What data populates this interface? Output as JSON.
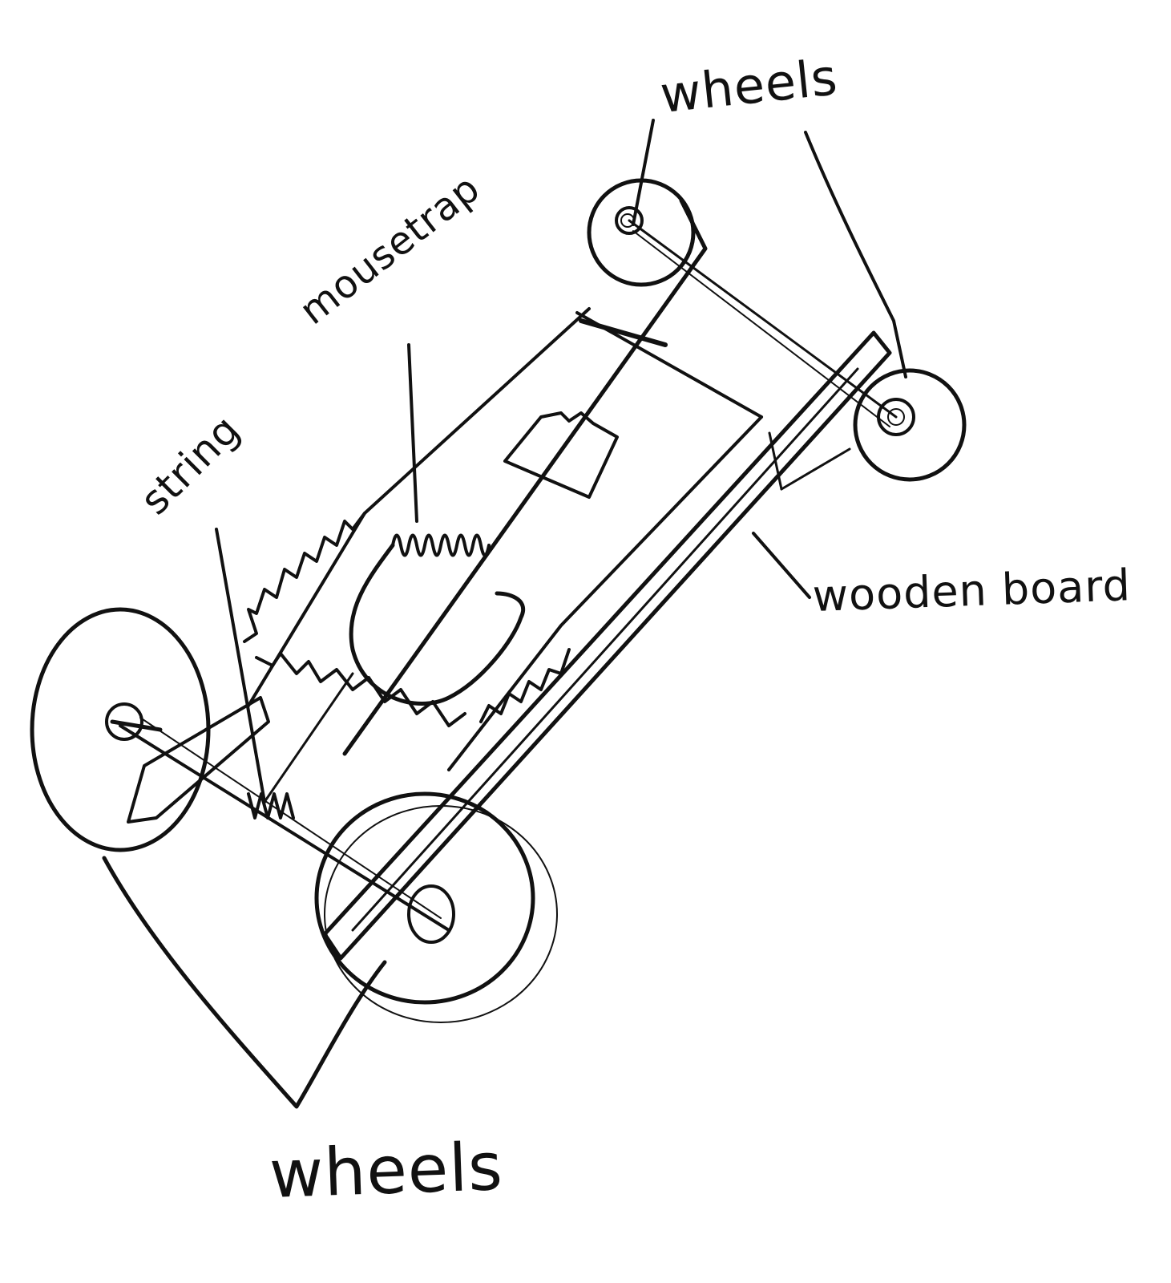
{
  "labels": {
    "wheels_top": "wheels",
    "mousetrap": "mousetrap",
    "string": "string",
    "wooden_board": "wooden board",
    "wheels_bottom": "wheels"
  },
  "colors": {
    "ink": "#111111",
    "paper": "#ffffff",
    "shading": "#9a9a9a"
  }
}
